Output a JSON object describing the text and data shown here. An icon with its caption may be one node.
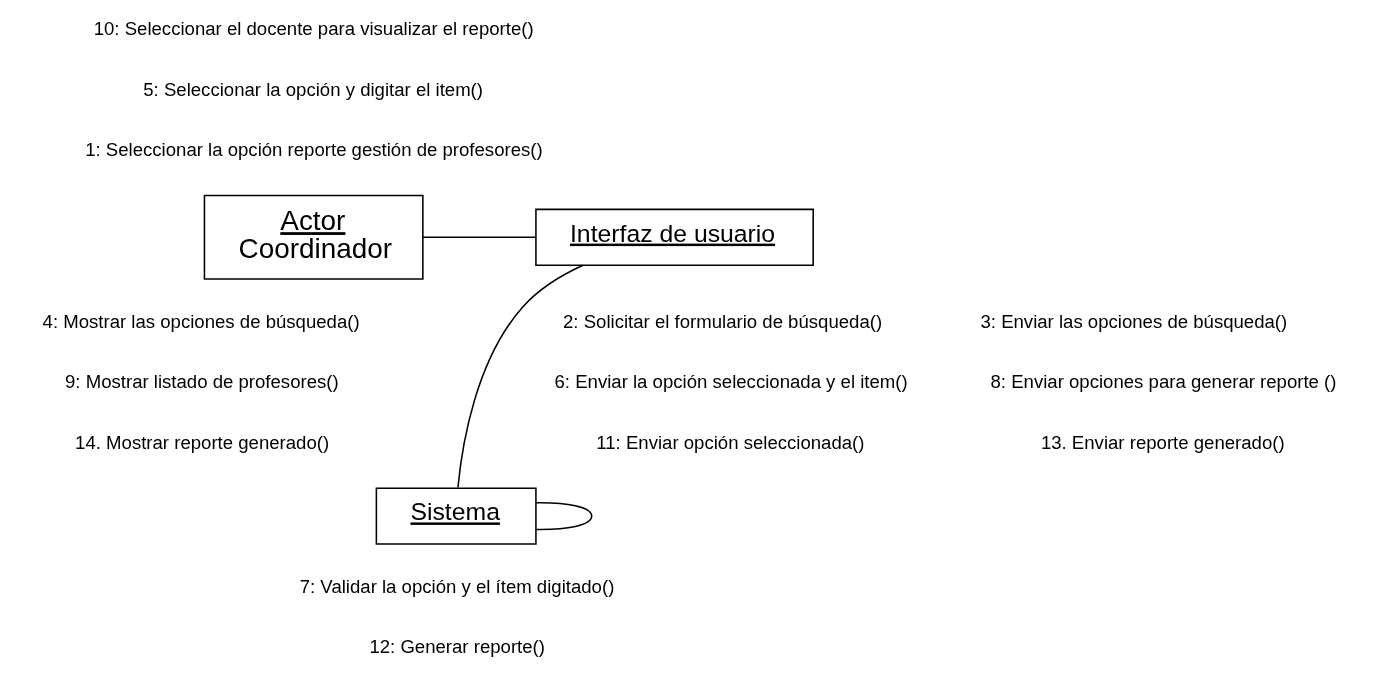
{
  "diagram": {
    "nodes": [
      {
        "text": [
          "Actor",
          "Coordinador"
        ]
      },
      {
        "text": [
          "Interfaz de usuario"
        ]
      },
      {
        "text": [
          "Sistema"
        ]
      }
    ],
    "edges": [
      {
        "from": 0,
        "to": 1,
        "arrow": "none"
      },
      {
        "from": 1,
        "to": 2,
        "arrow": "none"
      },
      {
        "from": 2,
        "to": 2,
        "arrow": "none"
      }
    ],
    "labels": [
      "10: Seleccionar el docente para visualizar el reporte()",
      "5: Seleccionar la opción y digitar el item()",
      "1: Seleccionar la opción reporte gestión de profesores()",
      "4: Mostrar las opciones de búsqueda()",
      "9: Mostrar listado de profesores()",
      "14. Mostrar reporte generado()",
      "2: Solicitar el formulario de búsqueda()",
      "6: Enviar la opción seleccionada y el item()",
      "11: Enviar opción seleccionada()",
      "3: Enviar las opciones de búsqueda()",
      "8: Enviar opciones para generar reporte ()",
      "13. Enviar reporte generado()",
      "7: Validar la opción y el ítem digitado()",
      "12: Generar reporte()"
    ]
  }
}
